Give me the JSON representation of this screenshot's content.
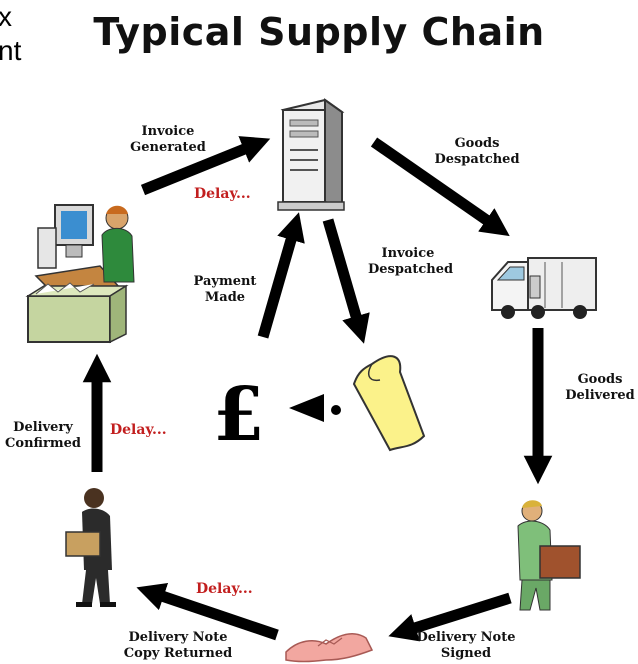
{
  "cutoff_text": {
    "line1": "x",
    "line2": "nt"
  },
  "title": "Typical Supply Chain",
  "labels": {
    "invoice_generated": "Invoice Generated",
    "goods_despatched": "Goods Despatched",
    "invoice_despatched": "Invoice Despatched",
    "payment_made": "Payment Made",
    "goods_delivered": "Goods Delivered",
    "delivery_confirmed": "Delivery Confirmed",
    "delivery_note_signed": "Delivery Note Signed",
    "delivery_note_copy_returned": "Delivery Note Copy Returned"
  },
  "delays": {
    "top": "Delay...",
    "left": "Delay...",
    "bottom": "Delay..."
  },
  "currency_symbol": "£",
  "colors": {
    "arrow": "#000000",
    "delay": "#c21e1e",
    "invoice_paper": "#fbf28a"
  }
}
